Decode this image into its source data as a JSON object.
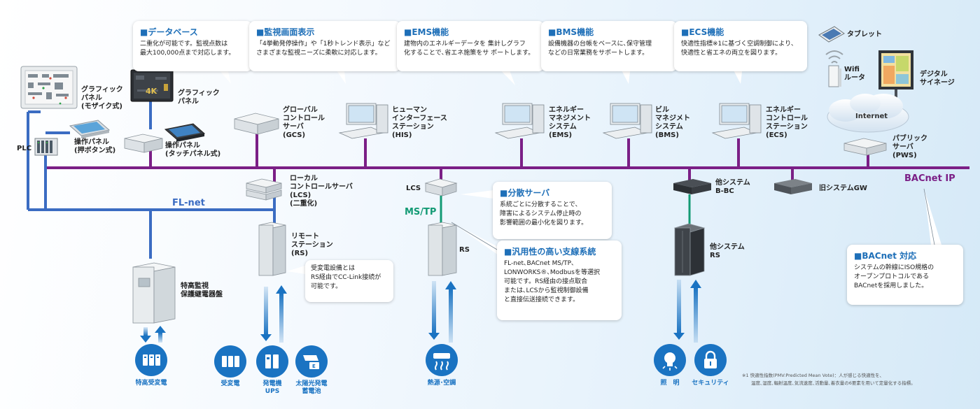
{
  "network": {
    "bacnet_label": "BACnet IP",
    "flnet_label": "FL-net",
    "mstp_label": "MS/TP",
    "lcs_label": "LCS",
    "internet_label": "Internet",
    "colors": {
      "bacnet": "#7b1f86",
      "flnet": "#3b6cc2",
      "mstp": "#139a74",
      "circle": "#1a73c2"
    }
  },
  "callouts": {
    "database": {
      "title": "■データベース",
      "body": "二重化が可能です。監視点数は\n最大100,000点まで対応します。"
    },
    "monitor": {
      "title": "■監視画面表示",
      "body": "「4挙動発停操作」や「1秒トレンド表示」など\nさまざまな監視ニーズに柔軟に対応します。"
    },
    "ems": {
      "title": "■EMS機能",
      "body": "建物内のエネルギーデータを 集計しグラフ\n化することで､省エネ施策をサ ポートします。"
    },
    "bms": {
      "title": "■BMS機能",
      "body": "設備機器の台帳をベースに､保守管理\nなどの日常業務をサポートします。"
    },
    "ecs": {
      "title": "■ECS機能",
      "body": "快適性指標※1に基づく空調制御により､\n快適性と省エネの両立を図ります。"
    },
    "distributed": {
      "title": "■分散サーバ",
      "body": "系統ごとに分散することで､\n障害によるシステム停止時の\n影響範囲の最小化を図ります。"
    },
    "branch": {
      "title": "■汎用性の高い支線系統",
      "body": "FL-net､BACnet MS/TP､\nLONWORKS®､Modbusを等選択\n可能です。RS経由の接点取合\nまたは､LCSから監視制御設備\nと直接伝送接続できます。"
    },
    "bacnet": {
      "title": "■BACnet 対応",
      "body": "システムの幹線にISO規格の\nオープンプロトコルである\nBACnetを採用しました。"
    },
    "substation_note": {
      "body": "受変電設備とは\nRS経由でCC-Link接続が\n可能です。"
    }
  },
  "devices": {
    "graphic_mosaic": "グラフィック\nパネル\n(モザイク式)",
    "graphic_panel": "グラフィック\nパネル",
    "screen_4k": "4K",
    "button_panel": "操作パネル\n(押ボタン式)",
    "touch_panel": "操作パネル\n(タッチパネル式)",
    "plc": "PLC",
    "gcs": "グローバル\nコントロール\nサーバ\n(GCS)",
    "his": "ヒューマン\nインターフェース\nステーション\n(HIS)",
    "ems": "エネルギー\nマネジメント\nシステム\n(EMS)",
    "bms": "ビル\nマネジメト\nシステム\n(BMS)",
    "ecs": "エネルギー\nコントロール\nステーション\n(ECS)",
    "tablet": "タブレット",
    "wifi": "Wifi\nルータ",
    "signage": "デジタル\nサイネージ",
    "pws": "パブリック\nサーバ\n(PWS)",
    "lcs": "ローカル\nコントロールサーバ\n(LCS)\n(二重化)",
    "remote_station": "リモート\nステーション\n(RS)",
    "protection_panel": "特高監視\n保護継電器盤",
    "rs": "RS",
    "other_bbc": "他システム\nB-BC",
    "old_gw": "旧システムGW",
    "other_rs": "他システム\nRS"
  },
  "endpoints": [
    {
      "id": "special-substation",
      "label": "特高受変電"
    },
    {
      "id": "substation",
      "label": "受変電"
    },
    {
      "id": "generator",
      "label": "発電機\nUPS"
    },
    {
      "id": "solar",
      "label": "太陽光発電\n蓄電池"
    },
    {
      "id": "heat-source",
      "label": "熱源･空調"
    },
    {
      "id": "lighting",
      "label": "照　明"
    },
    {
      "id": "security",
      "label": "セキュリティ"
    }
  ],
  "footnote": "※1 快適性指数(PMV:Predicted Mean Vote)：人が感じる快適性を､\n　　温度､湿度､輻射温度､気流速度､活動量､着衣量の6要素を用いて定量化する指標｡"
}
